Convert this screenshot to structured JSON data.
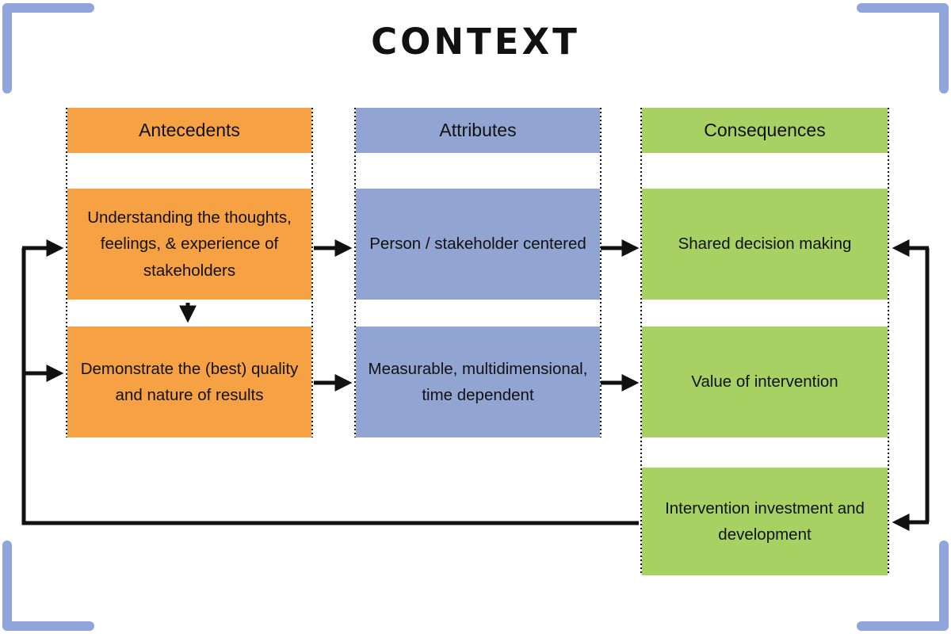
{
  "title": "CONTEXT",
  "columns": [
    {
      "header": "Antecedents",
      "color": "#F6A244",
      "boxes": [
        "Understanding the thoughts, feelings, & experience of stakeholders",
        "Demonstrate the (best) quality and nature of results"
      ]
    },
    {
      "header": "Attributes",
      "color": "#92A5D2",
      "boxes": [
        "Person / stakeholder centered",
        "Measurable, multidimensional, time dependent"
      ]
    },
    {
      "header": "Consequences",
      "color": "#A8D164",
      "boxes": [
        "Shared decision making",
        "Value of intervention",
        "Intervention investment and development"
      ]
    }
  ],
  "connections": [
    {
      "from": "Understanding the thoughts, feelings, & experience of stakeholders",
      "to": "Demonstrate the (best) quality and nature of results",
      "direction": "down"
    },
    {
      "from": "Understanding the thoughts, feelings, & experience of stakeholders",
      "to": "Person / stakeholder centered",
      "direction": "right"
    },
    {
      "from": "Person / stakeholder centered",
      "to": "Shared decision making",
      "direction": "right"
    },
    {
      "from": "Demonstrate the (best) quality and nature of results",
      "to": "Measurable, multidimensional, time dependent",
      "direction": "right"
    },
    {
      "from": "Measurable, multidimensional, time dependent",
      "to": "Value of intervention",
      "direction": "right"
    },
    {
      "from": "Intervention investment and development",
      "to": "Understanding the thoughts, feelings, & experience of stakeholders",
      "direction": "feedback-left-loop"
    },
    {
      "from": "Intervention investment and development",
      "to": "Demonstrate the (best) quality and nature of results",
      "direction": "feedback-left-loop"
    },
    {
      "from": "right-loop",
      "to": "Shared decision making",
      "direction": "left"
    },
    {
      "from": "right-loop",
      "to": "Intervention investment and development",
      "direction": "left"
    }
  ],
  "colors": {
    "antecedents": "#F6A244",
    "attributes": "#92A5D2",
    "consequences": "#A8D164",
    "frame_brackets": "#8FA5DC",
    "arrows": "#111111",
    "text": "#111111",
    "background": "#FFFFFF"
  }
}
